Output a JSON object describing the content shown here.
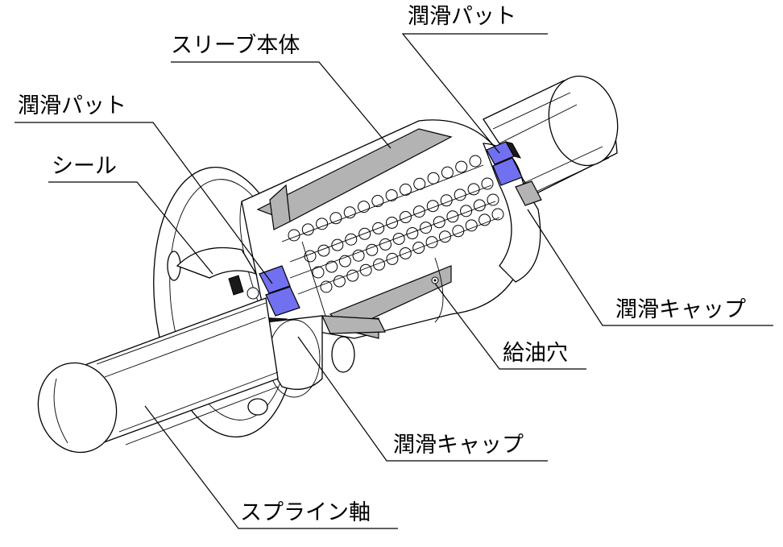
{
  "colors": {
    "lubrication_pad": "#7070f0",
    "section_fill": "#b3b3b3",
    "outline": "#000000",
    "background": "#ffffff"
  },
  "labels": {
    "lube_pad_top": "潤滑パット",
    "sleeve_body": "スリーブ本体",
    "lube_pad_left": "潤滑パット",
    "seal": "シール",
    "lube_cap_right": "潤滑キャップ",
    "oil_hole": "給油穴",
    "lube_cap_bottom": "潤滑キャップ",
    "spline_shaft": "スプライン軸"
  }
}
